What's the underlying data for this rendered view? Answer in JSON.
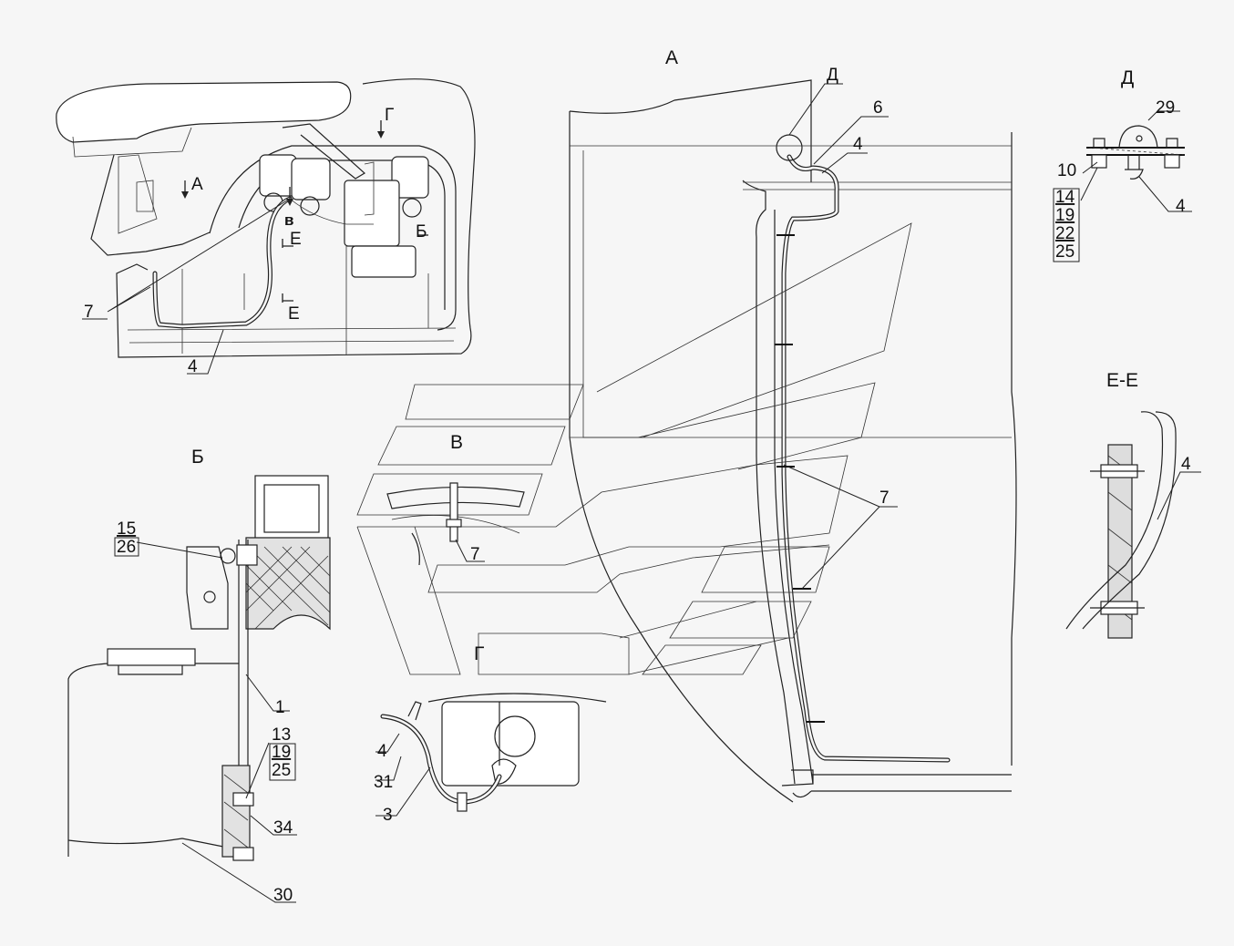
{
  "views": {
    "a_title": "А",
    "d_title": "Д",
    "b_title": "Б",
    "v_title": "В",
    "g_title": "Г",
    "ee_title": "Е-Е"
  },
  "overview_markers": {
    "arrow_a": "А",
    "arrow_g": "Г",
    "arrow_b": "Б",
    "arrow_v": "в",
    "section_e_top": "Е",
    "section_e_bottom": "Е",
    "d_marker": "Д"
  },
  "part_labels": {
    "overview": [
      "7",
      "4"
    ],
    "view_a": [
      "6",
      "4",
      "7"
    ],
    "view_d": [
      "29",
      "10",
      "14",
      "19",
      "22",
      "25",
      "4"
    ],
    "view_b": [
      "15",
      "26",
      "1",
      "13",
      "19",
      "25",
      "34",
      "30"
    ],
    "view_v": [
      "7"
    ],
    "view_g": [
      "4",
      "31",
      "3"
    ],
    "view_ee": [
      "4"
    ]
  }
}
